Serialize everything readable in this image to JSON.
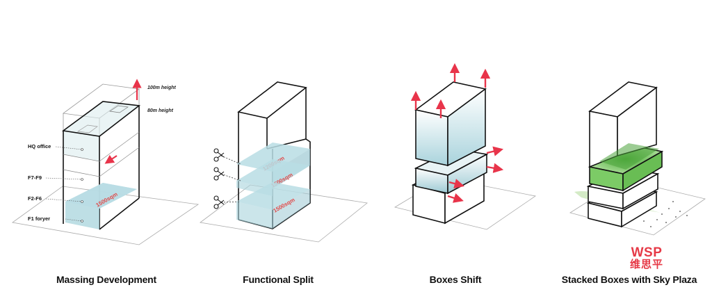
{
  "panels": [
    {
      "caption": "Massing Development",
      "labels": {
        "height_100m": "100m height",
        "height_80m": "80m height",
        "hq_office": "HQ office",
        "f7_f9": "F7-F9",
        "f2_f6": "F2-F6",
        "f1": "F1 foryer",
        "area": "1500sqm"
      }
    },
    {
      "caption": "Functional Split",
      "areas": [
        "1200sqm",
        "1500sqm",
        "1500sqm"
      ]
    },
    {
      "caption": "Boxes Shift"
    },
    {
      "caption": "Stacked Boxes with Sky Plaza"
    }
  ],
  "watermark": {
    "logo": "WSP",
    "chinese": "维思平"
  },
  "colors": {
    "arrow_red": "#e8344a",
    "glass": "#b9dde4",
    "green": "#6fc25a",
    "ink": "#111111"
  }
}
